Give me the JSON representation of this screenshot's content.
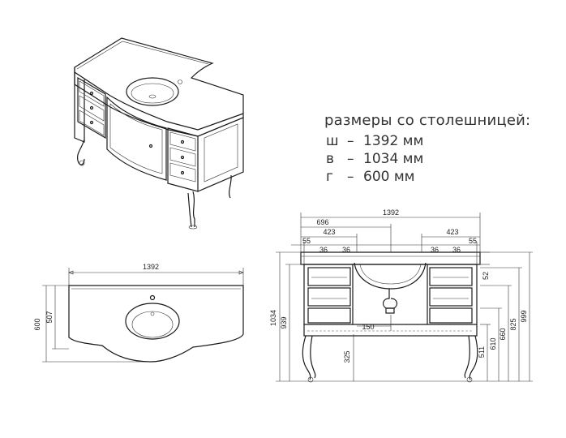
{
  "spec": {
    "title": "размеры со столешницей:",
    "rows": [
      {
        "key": "ш",
        "value": "1392 мм"
      },
      {
        "key": "в",
        "value": "1034 мм"
      },
      {
        "key": "г",
        "value": "600 мм"
      }
    ]
  },
  "top_view": {
    "width": "1392",
    "depth_total": "600",
    "depth_inner": "507"
  },
  "front_view": {
    "overall_width": "1392",
    "half_width": "696",
    "side_width_left": "423",
    "side_width_right": "423",
    "edge_left": "55",
    "edge_right": "55",
    "gap_36_a": "36",
    "gap_36_b": "36",
    "gap_36_c": "36",
    "gap_36_d": "36",
    "top_52": "52",
    "drain_150": "150",
    "leg_325": "325",
    "h_1034": "1034",
    "h_939": "939",
    "h_511": "511",
    "h_610": "610",
    "h_660": "660",
    "h_825": "825",
    "h_999": "999"
  }
}
